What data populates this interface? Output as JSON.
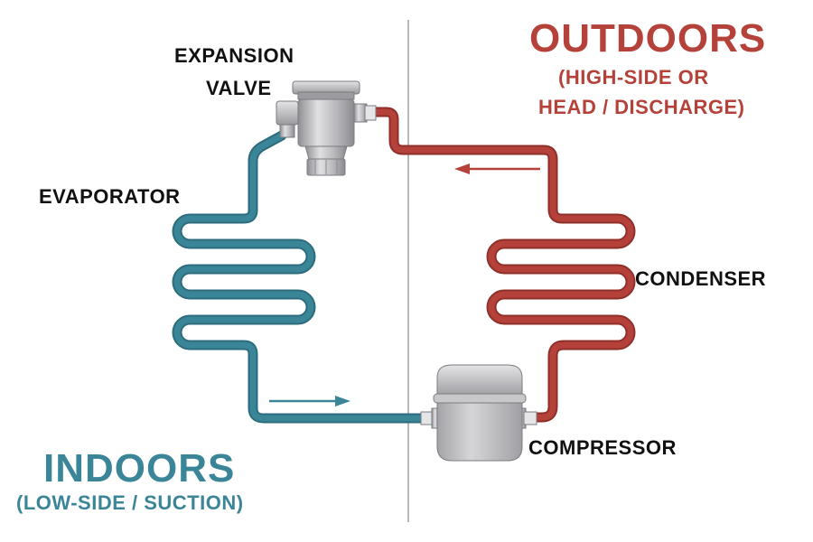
{
  "labels": {
    "expansion_valve_line1": "EXPANSION",
    "expansion_valve_line2": "VALVE",
    "evaporator": "EVAPORATOR",
    "condenser": "CONDENSER",
    "compressor": "COMPRESSOR"
  },
  "zones": {
    "outdoors": {
      "title": "OUTDOORS",
      "subtitle_line1": "(HIGH-SIDE OR",
      "subtitle_line2": "HEAD / DISCHARGE)",
      "color": "#b5423a"
    },
    "indoors": {
      "title": "INDOORS",
      "subtitle": "(LOW-SIDE / SUCTION)",
      "color": "#3b8598"
    }
  },
  "colors": {
    "high_side_pipe": "#b5423a",
    "low_side_pipe": "#3b8598",
    "component_metal": "#b4b4b8",
    "divider": "#b8b8b8"
  }
}
